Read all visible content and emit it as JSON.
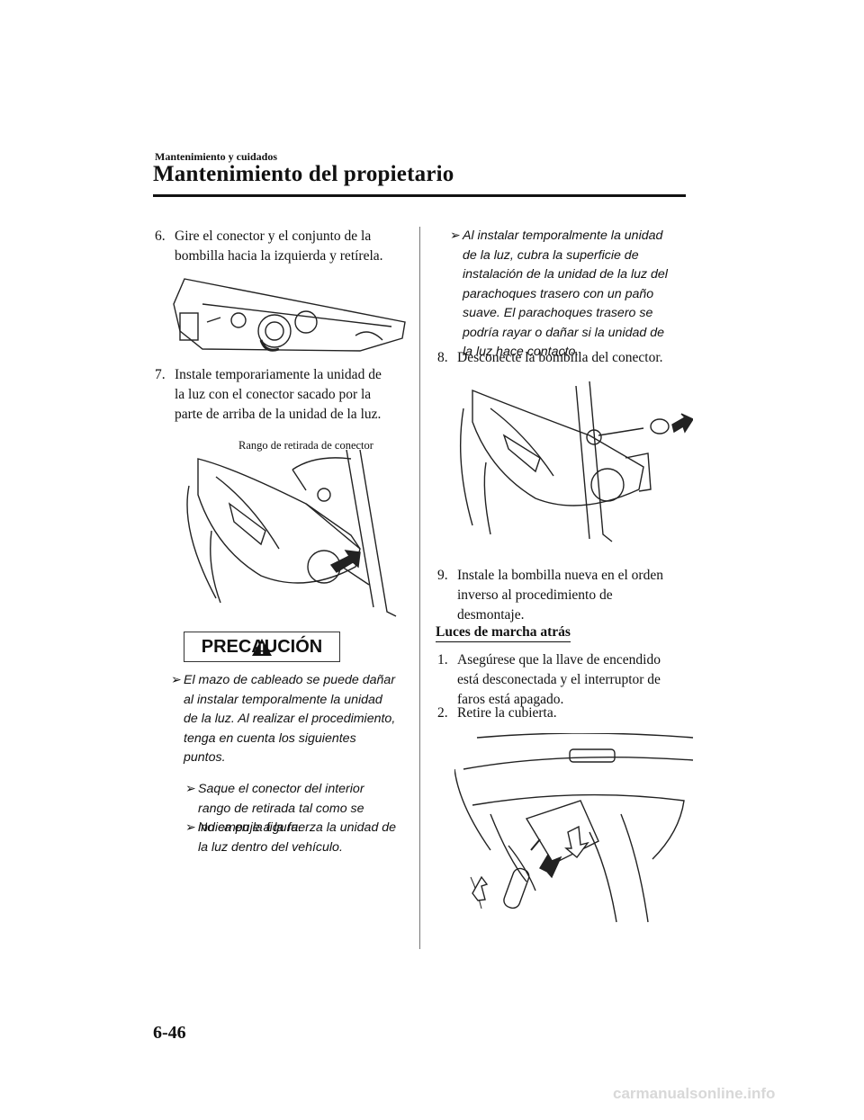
{
  "header": {
    "section": "Mantenimiento y cuidados",
    "title": "Mantenimiento del propietario"
  },
  "left": {
    "step6": {
      "number": "6.",
      "lines": [
        "Gire el conector y el conjunto de la",
        "bombilla hacia la izquierda y retírela."
      ]
    },
    "step7": {
      "number": "7.",
      "lines": [
        "Instale temporariamente la unidad de",
        "la luz con el conector sacado por la",
        "parte de arriba de la unidad de la luz."
      ]
    },
    "figure_label": "Rango de retirada de conector",
    "caution_title": "PRECAUCIÓN",
    "bullet1": [
      "El mazo de cableado se puede dañar",
      "al instalar temporalmente la unidad",
      "de la luz. Al realizar el procedimiento,",
      "tenga en cuenta los siguientes",
      "puntos."
    ],
    "sub1": [
      "Saque el conector del interior",
      "rango de retirada tal como se",
      "indica en la figura."
    ],
    "sub2": [
      "No empuje a la fuerza la unidad de",
      "la luz dentro del vehículo."
    ]
  },
  "right": {
    "bullet": [
      "Al instalar temporalmente la unidad",
      "de la luz, cubra la superficie de",
      "instalación de la unidad de la luz del",
      "parachoques trasero con un paño",
      "suave. El parachoques trasero se",
      "podría rayar o dañar si la unidad de",
      "la luz hace contacto."
    ],
    "step8": {
      "number": "8.",
      "lines": [
        "Desconecte la bombilla del conector."
      ]
    },
    "step9": {
      "number": "9.",
      "lines": [
        "Instale la bombilla nueva en el orden",
        "inverso al procedimiento de",
        "desmontaje."
      ]
    },
    "heading": "Luces de marcha atrás",
    "substep1": {
      "number": "1.",
      "lines": [
        "Asegúrese que la llave de encendido",
        "está desconectada y el interruptor de",
        "faros está apagado."
      ]
    },
    "substep2": {
      "number": "2.",
      "lines": [
        "Retire la cubierta."
      ]
    }
  },
  "page_number": "6-46",
  "footer": "carmanualsonline.info",
  "bullet_mark": "➢"
}
